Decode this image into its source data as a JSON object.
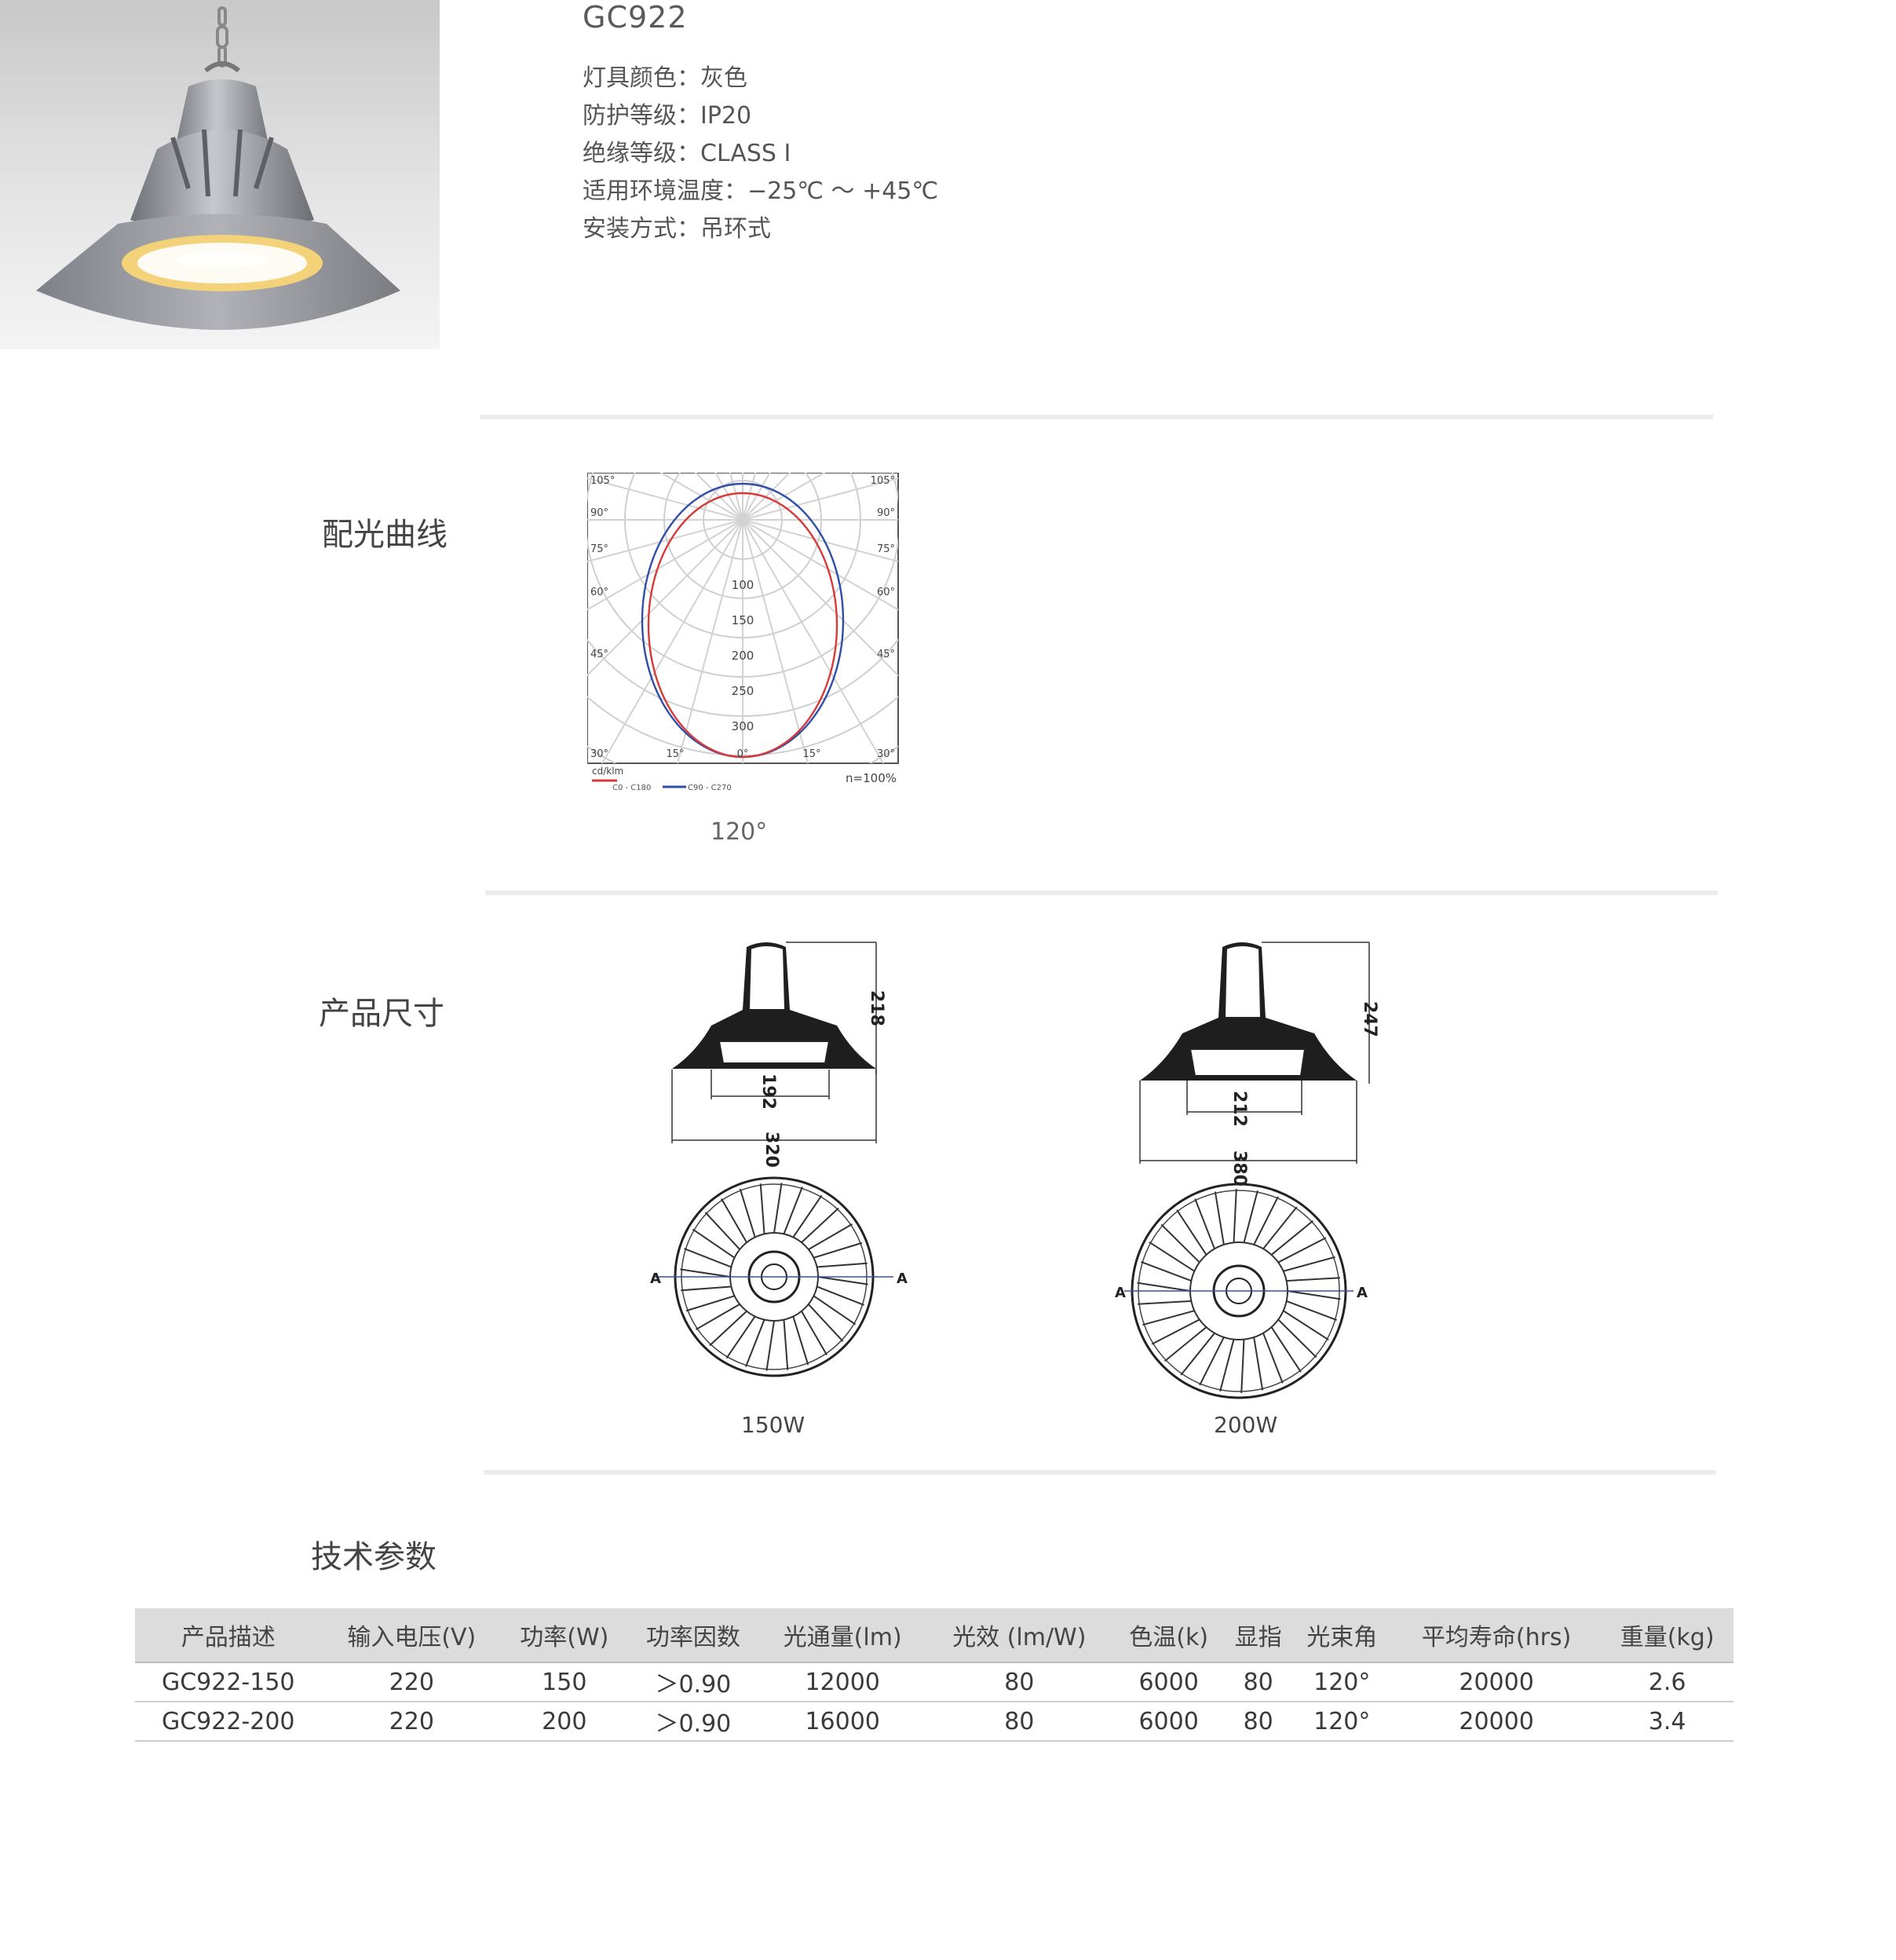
{
  "product": {
    "model": "GC922",
    "specs": [
      {
        "label": "灯具颜色：",
        "value": "灰色"
      },
      {
        "label": "防护等级：",
        "value": "IP20"
      },
      {
        "label": "绝缘等级：",
        "value": "CLASS Ⅰ"
      },
      {
        "label": "适用环境温度：",
        "value": "−25℃ ～ +45℃"
      },
      {
        "label": "安装方式：",
        "value": "吊环式"
      }
    ]
  },
  "sections": {
    "light_curve": "配光曲线",
    "dimensions": "产品尺寸",
    "tech_params": "技术参数"
  },
  "polar_chart": {
    "angle_labels": [
      "105°",
      "90°",
      "75°",
      "60°",
      "45°",
      "30°",
      "15°",
      "0°",
      "15°",
      "30°",
      "45°",
      "60°",
      "75°",
      "90°",
      "105°"
    ],
    "radial_labels": [
      "100",
      "150",
      "200",
      "250",
      "300"
    ],
    "unit": "cd/klm",
    "efficiency": "n=100%",
    "legend": [
      {
        "name": "C0 - C180",
        "color": "#d83a3a"
      },
      {
        "name": "C90 - C270",
        "color": "#2f4ea8"
      }
    ],
    "beam_angle": "120°"
  },
  "drawings": [
    {
      "watt": "150W",
      "height": "218",
      "inner": "192",
      "outer": "320"
    },
    {
      "watt": "200W",
      "height": "247",
      "inner": "212",
      "outer": "380"
    }
  ],
  "section_mark": "A",
  "table": {
    "headers": [
      "产品描述",
      "输入电压(V)",
      "功率(W)",
      "功率因数",
      "光通量(lm)",
      "光效 (lm/W)",
      "色温(k)",
      "显指",
      "光束角",
      "平均寿命(hrs)",
      "重量(kg)"
    ],
    "rows": [
      [
        "GC922-150",
        "220",
        "150",
        "＞0.90",
        "12000",
        "80",
        "6000",
        "80",
        "120°",
        "20000",
        "2.6"
      ],
      [
        "GC922-200",
        "220",
        "200",
        "＞0.90",
        "16000",
        "80",
        "6000",
        "80",
        "120°",
        "20000",
        "3.4"
      ]
    ]
  },
  "colors": {
    "curve_red": "#d83a3a",
    "curve_blue": "#2f4ea8",
    "lamp_gray": "#9a9ca2",
    "ring_yellow": "#f3d27a"
  }
}
